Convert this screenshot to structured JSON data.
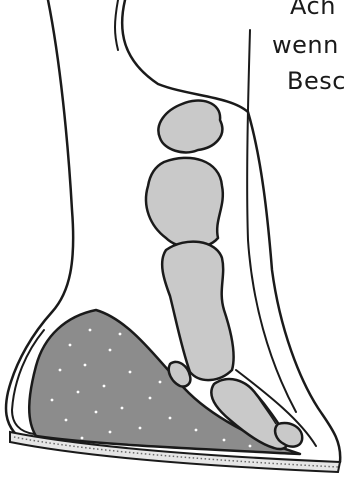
{
  "caption_lines": [
    "Ach",
    "wenn",
    "Besc"
  ],
  "colors": {
    "outline": "#1a1a1a",
    "bone_fill": "#c9c9c9",
    "rotated_wedge_fill": "#8c8c8c",
    "speckle": "#ffffff",
    "sole_band": "#e6e6e6"
  }
}
